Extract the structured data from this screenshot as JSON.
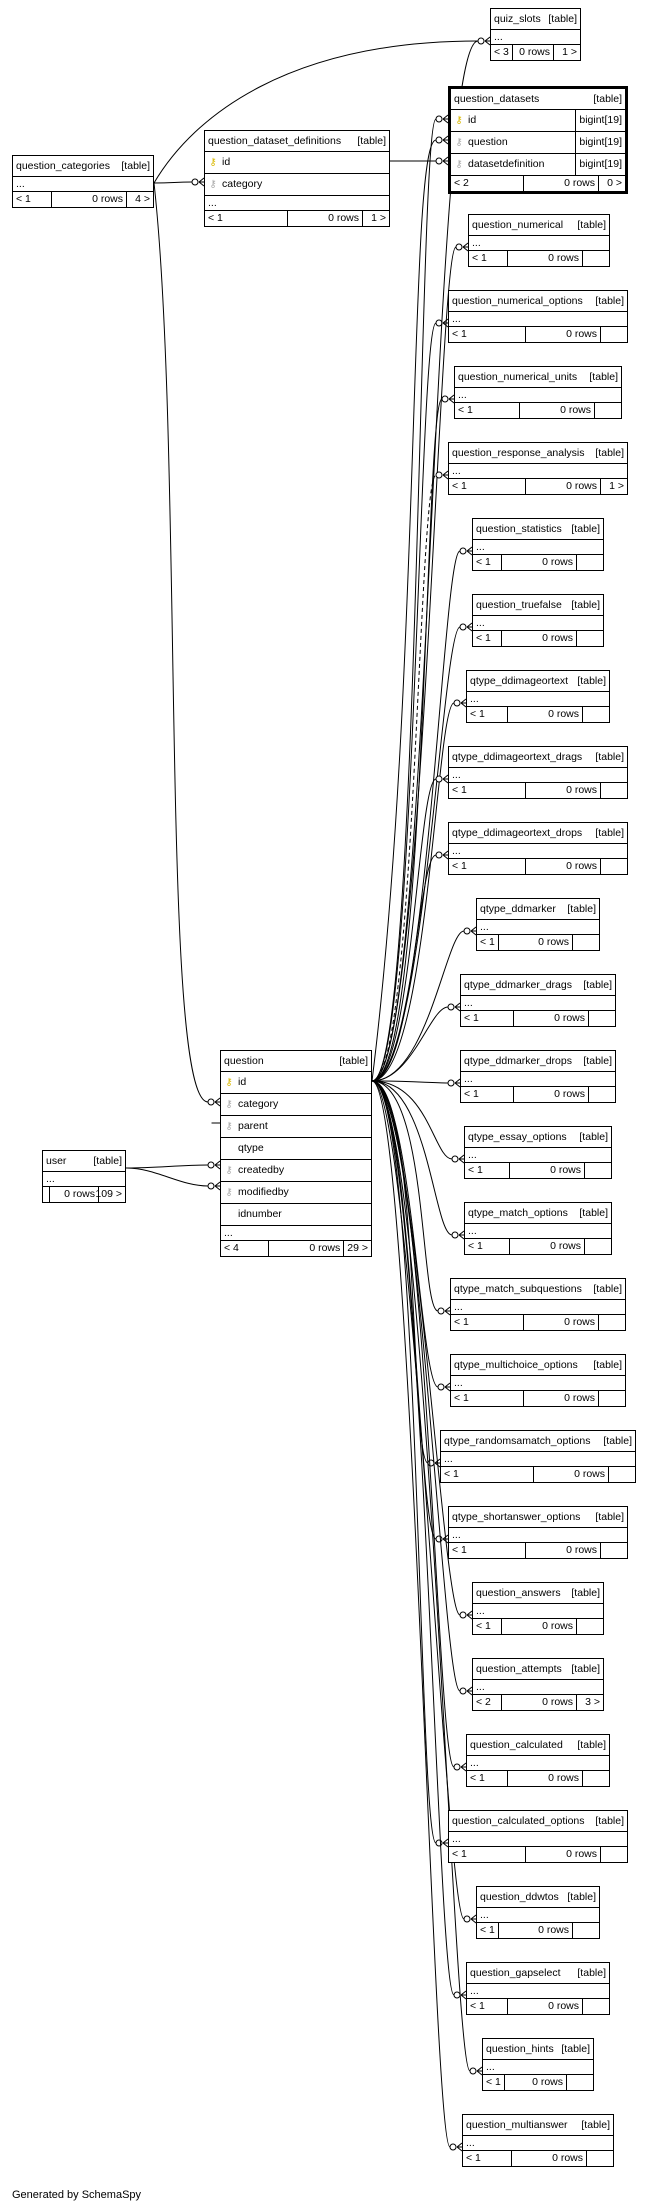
{
  "colors": {
    "primary_key": "#d9b800",
    "foreign_key": "#aaaaaa",
    "focus_border": "#000000"
  },
  "tables": {
    "quiz_slots": {
      "name": "quiz_slots",
      "tag": "[table]",
      "ellipsis": "...",
      "parents": "< 3",
      "rows": "0 rows",
      "children": "1 >"
    },
    "question_datasets": {
      "name": "question_datasets",
      "tag": "[table]",
      "columns": [
        {
          "name": "id",
          "type": "bigint[19]",
          "key": "pk"
        },
        {
          "name": "question",
          "type": "bigint[19]",
          "key": "fk"
        },
        {
          "name": "datasetdefinition",
          "type": "bigint[19]",
          "key": "fk"
        }
      ],
      "parents": "< 2",
      "rows": "0 rows",
      "children": "0 >"
    },
    "question_categories": {
      "name": "question_categories",
      "tag": "[table]",
      "ellipsis": "...",
      "parents": "< 1",
      "rows": "0 rows",
      "children": "4 >"
    },
    "question_dataset_definitions": {
      "name": "question_dataset_definitions",
      "tag": "[table]",
      "columns": [
        {
          "name": "id",
          "key": "pk"
        },
        {
          "name": "category",
          "key": "fk"
        }
      ],
      "ellipsis": "...",
      "parents": "< 1",
      "rows": "0 rows",
      "children": "1 >"
    },
    "question_numerical": {
      "name": "question_numerical",
      "tag": "[table]",
      "ellipsis": "...",
      "parents": "< 1",
      "rows": "0 rows",
      "children": ""
    },
    "question_numerical_options": {
      "name": "question_numerical_options",
      "tag": "[table]",
      "ellipsis": "...",
      "parents": "< 1",
      "rows": "0 rows",
      "children": ""
    },
    "question_numerical_units": {
      "name": "question_numerical_units",
      "tag": "[table]",
      "ellipsis": "...",
      "parents": "< 1",
      "rows": "0 rows",
      "children": ""
    },
    "question_response_analysis": {
      "name": "question_response_analysis",
      "tag": "[table]",
      "ellipsis": "...",
      "parents": "< 1",
      "rows": "0 rows",
      "children": "1 >"
    },
    "question_statistics": {
      "name": "question_statistics",
      "tag": "[table]",
      "ellipsis": "...",
      "parents": "< 1",
      "rows": "0 rows",
      "children": ""
    },
    "question_truefalse": {
      "name": "question_truefalse",
      "tag": "[table]",
      "ellipsis": "...",
      "parents": "< 1",
      "rows": "0 rows",
      "children": ""
    },
    "qtype_ddimageortext": {
      "name": "qtype_ddimageortext",
      "tag": "[table]",
      "ellipsis": "...",
      "parents": "< 1",
      "rows": "0 rows",
      "children": ""
    },
    "qtype_ddimageortext_drags": {
      "name": "qtype_ddimageortext_drags",
      "tag": "[table]",
      "ellipsis": "...",
      "parents": "< 1",
      "rows": "0 rows",
      "children": ""
    },
    "qtype_ddimageortext_drops": {
      "name": "qtype_ddimageortext_drops",
      "tag": "[table]",
      "ellipsis": "...",
      "parents": "< 1",
      "rows": "0 rows",
      "children": ""
    },
    "qtype_ddmarker": {
      "name": "qtype_ddmarker",
      "tag": "[table]",
      "ellipsis": "...",
      "parents": "< 1",
      "rows": "0 rows",
      "children": ""
    },
    "qtype_ddmarker_drags": {
      "name": "qtype_ddmarker_drags",
      "tag": "[table]",
      "ellipsis": "...",
      "parents": "< 1",
      "rows": "0 rows",
      "children": ""
    },
    "qtype_ddmarker_drops": {
      "name": "qtype_ddmarker_drops",
      "tag": "[table]",
      "ellipsis": "...",
      "parents": "< 1",
      "rows": "0 rows",
      "children": ""
    },
    "qtype_essay_options": {
      "name": "qtype_essay_options",
      "tag": "[table]",
      "ellipsis": "...",
      "parents": "< 1",
      "rows": "0 rows",
      "children": ""
    },
    "qtype_match_options": {
      "name": "qtype_match_options",
      "tag": "[table]",
      "ellipsis": "...",
      "parents": "< 1",
      "rows": "0 rows",
      "children": ""
    },
    "qtype_match_subquestions": {
      "name": "qtype_match_subquestions",
      "tag": "[table]",
      "ellipsis": "...",
      "parents": "< 1",
      "rows": "0 rows",
      "children": ""
    },
    "qtype_multichoice_options": {
      "name": "qtype_multichoice_options",
      "tag": "[table]",
      "ellipsis": "...",
      "parents": "< 1",
      "rows": "0 rows",
      "children": ""
    },
    "qtype_randomsamatch_options": {
      "name": "qtype_randomsamatch_options",
      "tag": "[table]",
      "ellipsis": "...",
      "parents": "< 1",
      "rows": "0 rows",
      "children": ""
    },
    "qtype_shortanswer_options": {
      "name": "qtype_shortanswer_options",
      "tag": "[table]",
      "ellipsis": "...",
      "parents": "< 1",
      "rows": "0 rows",
      "children": ""
    },
    "question_answers": {
      "name": "question_answers",
      "tag": "[table]",
      "ellipsis": "...",
      "parents": "< 1",
      "rows": "0 rows",
      "children": ""
    },
    "question_attempts": {
      "name": "question_attempts",
      "tag": "[table]",
      "ellipsis": "...",
      "parents": "< 2",
      "rows": "0 rows",
      "children": "3 >"
    },
    "question_calculated": {
      "name": "question_calculated",
      "tag": "[table]",
      "ellipsis": "...",
      "parents": "< 1",
      "rows": "0 rows",
      "children": ""
    },
    "question_calculated_options": {
      "name": "question_calculated_options",
      "tag": "[table]",
      "ellipsis": "...",
      "parents": "< 1",
      "rows": "0 rows",
      "children": ""
    },
    "question_ddwtos": {
      "name": "question_ddwtos",
      "tag": "[table]",
      "ellipsis": "...",
      "parents": "< 1",
      "rows": "0 rows",
      "children": ""
    },
    "question_gapselect": {
      "name": "question_gapselect",
      "tag": "[table]",
      "ellipsis": "...",
      "parents": "< 1",
      "rows": "0 rows",
      "children": ""
    },
    "question_hints": {
      "name": "question_hints",
      "tag": "[table]",
      "ellipsis": "...",
      "parents": "< 1",
      "rows": "0 rows",
      "children": ""
    },
    "question_multianswer": {
      "name": "question_multianswer",
      "tag": "[table]",
      "ellipsis": "...",
      "parents": "< 1",
      "rows": "0 rows",
      "children": ""
    },
    "question": {
      "name": "question",
      "tag": "[table]",
      "columns": [
        {
          "name": "id",
          "key": "pk"
        },
        {
          "name": "category",
          "key": "fk"
        },
        {
          "name": "parent",
          "key": "fk"
        },
        {
          "name": "qtype",
          "key": "none"
        },
        {
          "name": "createdby",
          "key": "fk"
        },
        {
          "name": "modifiedby",
          "key": "fk"
        },
        {
          "name": "idnumber",
          "key": "none"
        }
      ],
      "ellipsis": "...",
      "parents": "< 4",
      "rows": "0 rows",
      "children": "29 >"
    },
    "user": {
      "name": "user",
      "tag": "[table]",
      "ellipsis": "...",
      "parents": "",
      "rows": "0 rows",
      "children": "109 >"
    }
  },
  "footer": {
    "generated_by": "Generated by SchemaSpy"
  }
}
